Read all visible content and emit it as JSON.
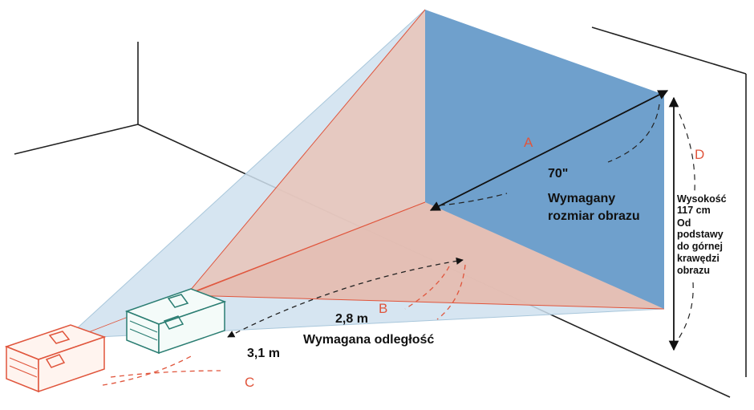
{
  "labels": {
    "diagonal_letter": "A",
    "distance_letter": "B",
    "offset_letter": "C",
    "height_letter": "D",
    "diagonal_value": "70\"",
    "image_size_line1": "Wymagany",
    "image_size_line2": "rozmiar obrazu",
    "near_distance": "2,8 m",
    "far_distance": "3,1 m",
    "required_distance": "Wymagana odległość",
    "height_lines": [
      "Wysokość",
      "117 cm",
      "Od",
      "podstawy",
      "do górnej",
      "krawędzi",
      "obrazu"
    ]
  },
  "colors": {
    "screen": "#6fa0cc",
    "beam_blue": "#cfe1ee",
    "beam_pink": "#e9c4b8",
    "accent_red": "#e0553c",
    "projector_teal": "#2a7d72",
    "line_dark": "#222222"
  }
}
